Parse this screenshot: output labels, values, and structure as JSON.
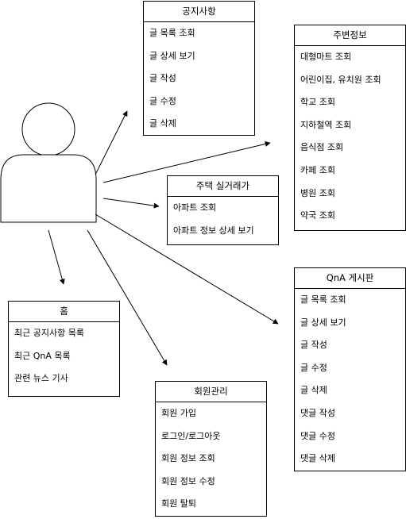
{
  "boxes": {
    "notice": {
      "title": "공지사항",
      "items": [
        "글 목록 조회",
        "글 상세 보기",
        "글 작성",
        "글 수정",
        "글 삭제"
      ]
    },
    "around": {
      "title": "주변정보",
      "items": [
        "대형마트 조회",
        "어린이집, 유치원 조회",
        "학교 조회",
        "지하철역 조회",
        "음식점 조회",
        "카페 조회",
        "병원 조회",
        "약국 조회"
      ]
    },
    "house": {
      "title": "주택 실거래가",
      "items": [
        "아파트 조회",
        "아파트 정보 상세 보기"
      ]
    },
    "qna": {
      "title": "QnA 게시판",
      "items": [
        "글 목록 조회",
        "글 상세 보기",
        "글 작성",
        "글 수정",
        "글 삭제",
        "댓글 작성",
        "댓글 수정",
        "댓글 삭제"
      ]
    },
    "home": {
      "title": "홈",
      "items": [
        "최근 공지사항 목록",
        "최근 QnA 목록",
        "관련 뉴스 기사"
      ]
    },
    "member": {
      "title": "회원관리",
      "items": [
        "회원 가입",
        "로그인/로그아웃",
        "회원 정보 조회",
        "회원 정보 수정",
        "회원 탈퇴"
      ]
    }
  },
  "colors": {
    "stroke": "#000000",
    "background": "#ffffff"
  }
}
